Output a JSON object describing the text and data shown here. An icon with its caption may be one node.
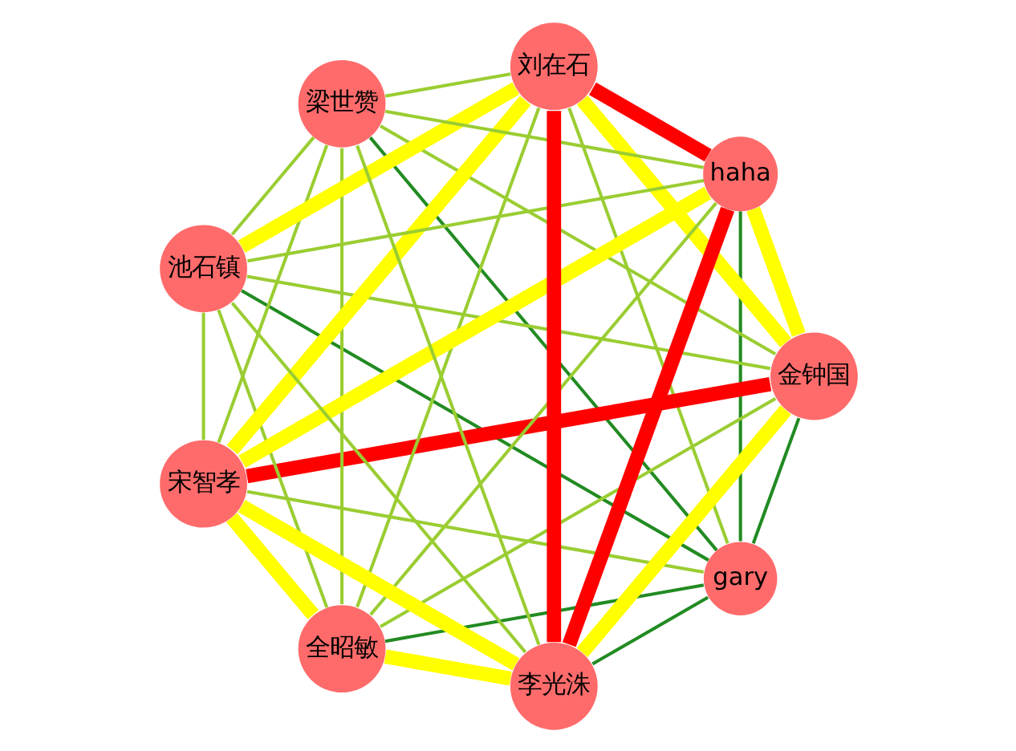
{
  "diagram": {
    "nodes": [
      {
        "text": [
          "gary"
        ]
      },
      {
        "text": [
          "金钟国"
        ]
      },
      {
        "text": [
          "全昭敏"
        ]
      },
      {
        "text": [
          "宋智孝"
        ]
      },
      {
        "text": [
          "池石镇"
        ]
      },
      {
        "text": [
          "梁世赞"
        ]
      },
      {
        "text": [
          "刘在石"
        ]
      },
      {
        "text": [
          "haha"
        ]
      },
      {
        "text": [
          "李光洙"
        ]
      }
    ],
    "edges": [
      {
        "from": 0,
        "to": 1,
        "arrow": "none",
        "color": "#228b22"
      },
      {
        "from": 0,
        "to": 2,
        "arrow": "none",
        "color": "#228b22"
      },
      {
        "from": 0,
        "to": 3,
        "arrow": "none"
      },
      {
        "from": 0,
        "to": 4,
        "arrow": "none",
        "color": "#228b22"
      },
      {
        "from": 0,
        "to": 5,
        "arrow": "none",
        "color": "#228b22"
      },
      {
        "from": 0,
        "to": 6,
        "arrow": "none"
      },
      {
        "from": 0,
        "to": 7,
        "arrow": "none",
        "color": "#228b22"
      },
      {
        "from": 0,
        "to": 8,
        "arrow": "none",
        "color": "#228b22"
      },
      {
        "from": 1,
        "to": 2,
        "arrow": "none"
      },
      {
        "from": 1,
        "to": 3,
        "arrow": "none",
        "style": "thick",
        "color": "#ff0000"
      },
      {
        "from": 1,
        "to": 4,
        "arrow": "none"
      },
      {
        "from": 1,
        "to": 5,
        "arrow": "none"
      },
      {
        "from": 1,
        "to": 6,
        "arrow": "none",
        "style": "thick",
        "color": "#ffff00"
      },
      {
        "from": 1,
        "to": 7,
        "arrow": "none",
        "style": "thick",
        "color": "#ffff00"
      },
      {
        "from": 1,
        "to": 8,
        "arrow": "none",
        "style": "thick",
        "color": "#ffff00"
      },
      {
        "from": 2,
        "to": 3,
        "arrow": "none",
        "style": "thick",
        "color": "#ffff00"
      },
      {
        "from": 2,
        "to": 4,
        "arrow": "none"
      },
      {
        "from": 2,
        "to": 5,
        "arrow": "none"
      },
      {
        "from": 2,
        "to": 6,
        "arrow": "none"
      },
      {
        "from": 2,
        "to": 7,
        "arrow": "none"
      },
      {
        "from": 2,
        "to": 8,
        "arrow": "none",
        "style": "thick",
        "color": "#ffff00"
      },
      {
        "from": 3,
        "to": 4,
        "arrow": "none"
      },
      {
        "from": 3,
        "to": 5,
        "arrow": "none"
      },
      {
        "from": 3,
        "to": 6,
        "arrow": "none",
        "style": "thick",
        "color": "#ffff00"
      },
      {
        "from": 3,
        "to": 7,
        "arrow": "none",
        "style": "thick",
        "color": "#ffff00"
      },
      {
        "from": 3,
        "to": 8,
        "arrow": "none",
        "style": "thick",
        "color": "#ffff00"
      },
      {
        "from": 4,
        "to": 5,
        "arrow": "none"
      },
      {
        "from": 4,
        "to": 6,
        "arrow": "none",
        "style": "thick",
        "color": "#ffff00"
      },
      {
        "from": 4,
        "to": 7,
        "arrow": "none"
      },
      {
        "from": 4,
        "to": 8,
        "arrow": "none"
      },
      {
        "from": 5,
        "to": 6,
        "arrow": "none"
      },
      {
        "from": 5,
        "to": 7,
        "arrow": "none"
      },
      {
        "from": 5,
        "to": 8,
        "arrow": "none"
      },
      {
        "from": 6,
        "to": 7,
        "arrow": "none",
        "style": "thick",
        "color": "#ff0000"
      },
      {
        "from": 6,
        "to": 8,
        "arrow": "none",
        "style": "thick",
        "color": "#ff0000"
      },
      {
        "from": 7,
        "to": 8,
        "arrow": "none",
        "style": "thick",
        "color": "#ff0000"
      }
    ]
  }
}
